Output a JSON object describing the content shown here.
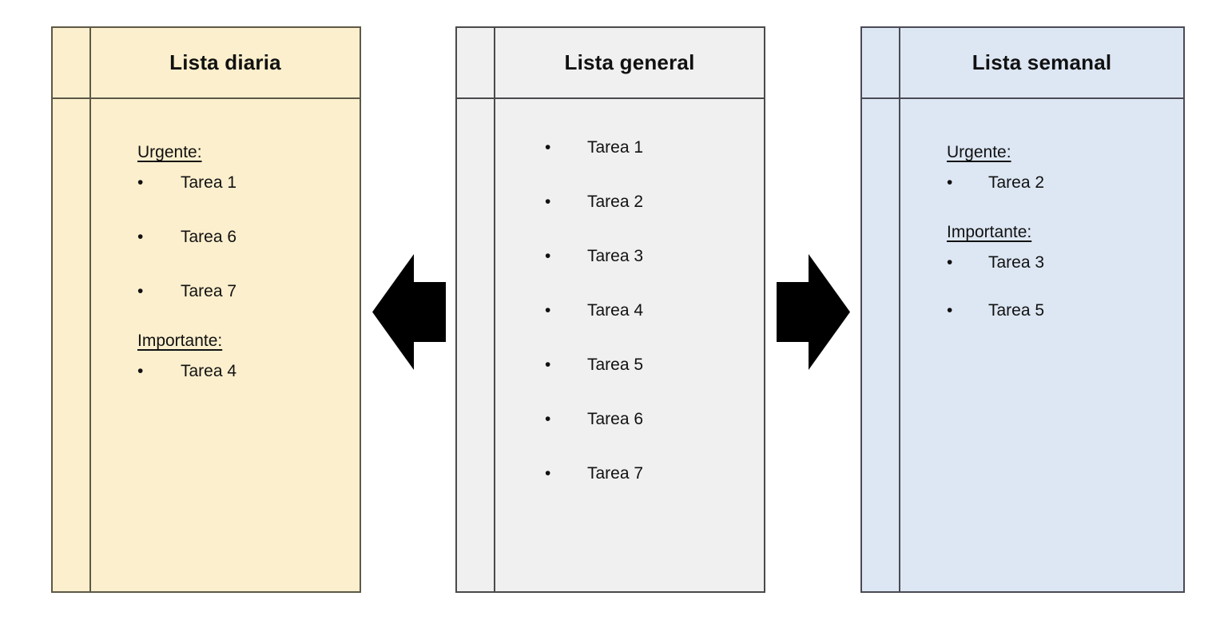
{
  "tables": {
    "daily": {
      "title": "Lista diaria",
      "background": "#FCEFCD",
      "border_color": "#5D5846",
      "groups": [
        {
          "heading": "Urgente:",
          "items": [
            "Tarea 1",
            "Tarea 6",
            "Tarea 7"
          ]
        },
        {
          "heading": "Importante:",
          "items": [
            "Tarea 4"
          ]
        }
      ]
    },
    "general": {
      "title": "Lista general",
      "background": "#F0F0F0",
      "border_color": "#4A4A4D",
      "items": [
        "Tarea 1",
        "Tarea 2",
        "Tarea 3",
        "Tarea 4",
        "Tarea 5",
        "Tarea 6",
        "Tarea 7"
      ]
    },
    "weekly": {
      "title": "Lista semanal",
      "background": "#DDE7F3",
      "border_color": "#4A4A55",
      "groups": [
        {
          "heading": "Urgente:",
          "items": [
            "Tarea 2"
          ]
        },
        {
          "heading": "Importante:",
          "items": [
            "Tarea 3",
            "Tarea 5"
          ]
        }
      ]
    }
  },
  "arrows": {
    "left": {
      "icon": "arrow-left-icon",
      "color": "#000000"
    },
    "right": {
      "icon": "arrow-right-icon",
      "color": "#000000"
    }
  },
  "bullet_glyph": "•"
}
